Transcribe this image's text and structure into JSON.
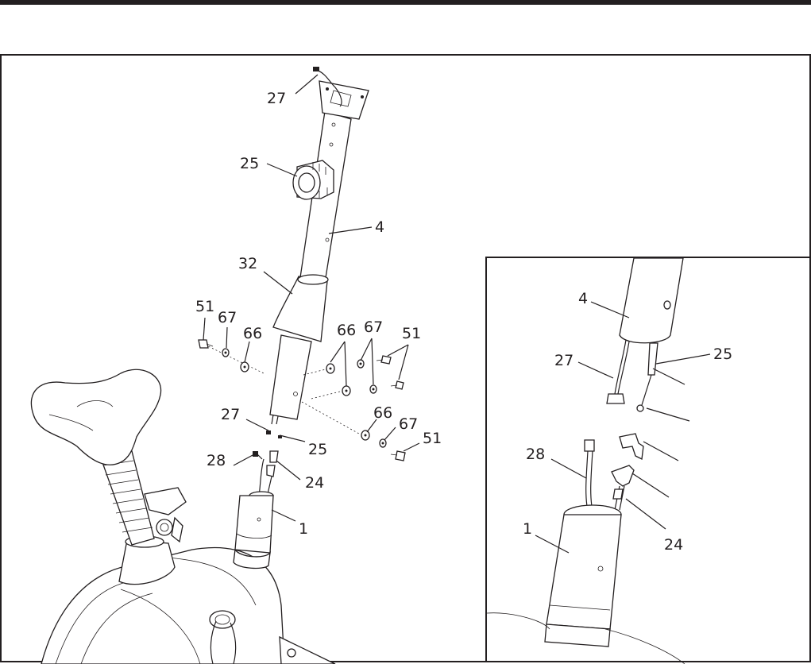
{
  "diagram": {
    "main_callouts": {
      "c27_top": "27",
      "c25_knob": "25",
      "c4_mast": "4",
      "c32_shroud": "32",
      "c51_left": "51",
      "c67_left": "67",
      "c66_left": "66",
      "c66_right": "66",
      "c67_right": "67",
      "c51_right": "51",
      "c27_bottom": "27",
      "c25_bottom": "25",
      "c28": "28",
      "c24": "24",
      "c1_post": "1",
      "c66_lower": "66",
      "c67_lower": "67",
      "c51_lower": "51"
    },
    "inset_callouts": {
      "c4": "4",
      "c27": "27",
      "c25": "25",
      "c28": "28",
      "c1": "1",
      "c24": "24"
    }
  },
  "colors": {
    "ink": "#231f20",
    "paper": "#ffffff"
  }
}
